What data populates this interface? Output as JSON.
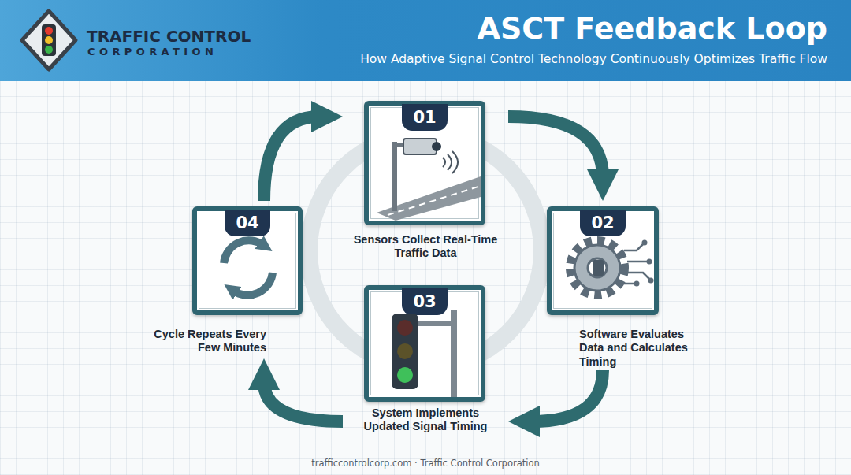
{
  "diagram": {
    "title": "ASCT Feedback Loop",
    "nodes": [
      {
        "text": [
          "01",
          "Sensors Collect Real-Time Traffic Data"
        ]
      },
      {
        "text": [
          "02",
          "Software Evaluates Data and Calculates Timing"
        ]
      },
      {
        "text": [
          "03",
          "System Implements Updated Signal Timing"
        ]
      },
      {
        "text": [
          "04",
          "Cycle Repeats Every Few Minutes"
        ]
      }
    ],
    "edges": [
      {
        "from": 0,
        "to": 1,
        "arrow": "to"
      },
      {
        "from": 1,
        "to": 2,
        "arrow": "to"
      },
      {
        "from": 2,
        "to": 3,
        "arrow": "to"
      },
      {
        "from": 3,
        "to": 0,
        "arrow": "to"
      }
    ],
    "labels": [
      "TRAFFIC CONTROL",
      "CORPORATION",
      "How Adaptive Signal Control Technology Continuously Optimizes Traffic Flow",
      "trafficcontrolcorp.com · Traffic Control Corporation"
    ]
  }
}
